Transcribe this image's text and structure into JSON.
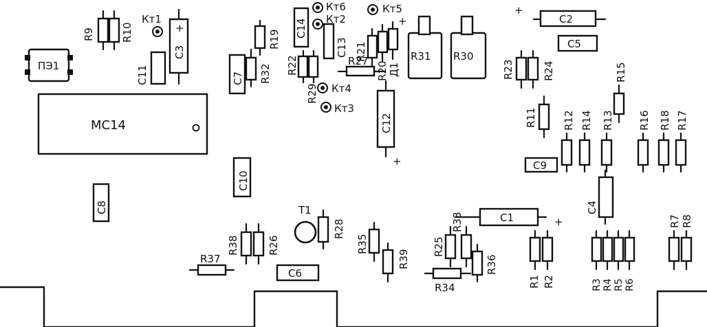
{
  "chip": {
    "label": "МС14"
  },
  "module": {
    "label": "ПЭ1"
  },
  "transistor": {
    "label": "T1"
  },
  "diode": {
    "label": "Д1"
  },
  "test_points": [
    "Кт1",
    "Кт2",
    "Кт3",
    "Кт4",
    "Кт5",
    "Кт6"
  ],
  "capacitors": [
    "C1",
    "C2",
    "C3",
    "C4",
    "C5",
    "C6",
    "C7",
    "C8",
    "C9",
    "C10",
    "C11",
    "C12",
    "C13",
    "C14"
  ],
  "resistors": [
    "R1",
    "R2",
    "R3",
    "R4",
    "R5",
    "R6",
    "R7",
    "R8",
    "R9",
    "R10",
    "R11",
    "R12",
    "R13",
    "R14",
    "R15",
    "R16",
    "R17",
    "R18",
    "R19",
    "R20",
    "R21",
    "R22",
    "R23",
    "R24",
    "R25",
    "R26",
    "R27",
    "R28",
    "R29",
    "R32",
    "R33",
    "R34",
    "R35",
    "R36",
    "R37",
    "R38",
    "R39"
  ],
  "trimmers": [
    "R31",
    "R30"
  ],
  "polarity_mark": "+"
}
